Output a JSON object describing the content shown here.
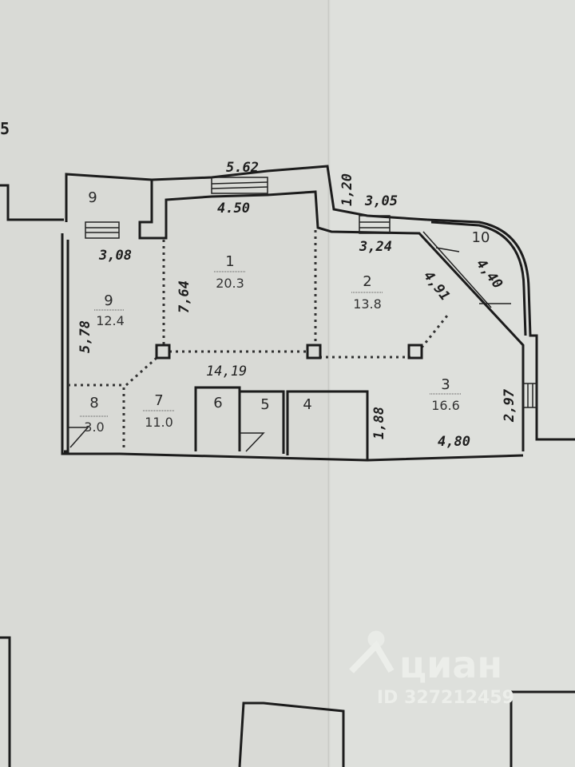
{
  "sheet_label": "5",
  "rooms": [
    {
      "number": "1",
      "area": "20.3"
    },
    {
      "number": "2",
      "area": "13.8"
    },
    {
      "number": "3",
      "area": "16.6"
    },
    {
      "number": "4"
    },
    {
      "number": "5"
    },
    {
      "number": "6"
    },
    {
      "number": "7",
      "area": "11.0"
    },
    {
      "number": "8",
      "area": "3.0"
    },
    {
      "number": "9",
      "area": "12.4"
    },
    {
      "number": "9"
    },
    {
      "number": "10"
    }
  ],
  "dimensions": {
    "top_outer": "5.62",
    "top_inner": "4.50",
    "left_stair": "3,08",
    "room1_height": "7,64",
    "room9_height": "5,78",
    "corridor_length": "14,19",
    "right_top_offset": "1,20",
    "right_top_outer": "3,05",
    "right_top_inner": "3,24",
    "diag_inner": "4,91",
    "diag_outer": "4,40",
    "room3_right": "2,97",
    "room3_bottom": "4,80",
    "room4_side": "1,88"
  },
  "watermark": {
    "brand": "циан",
    "id": "ID 327212459"
  }
}
